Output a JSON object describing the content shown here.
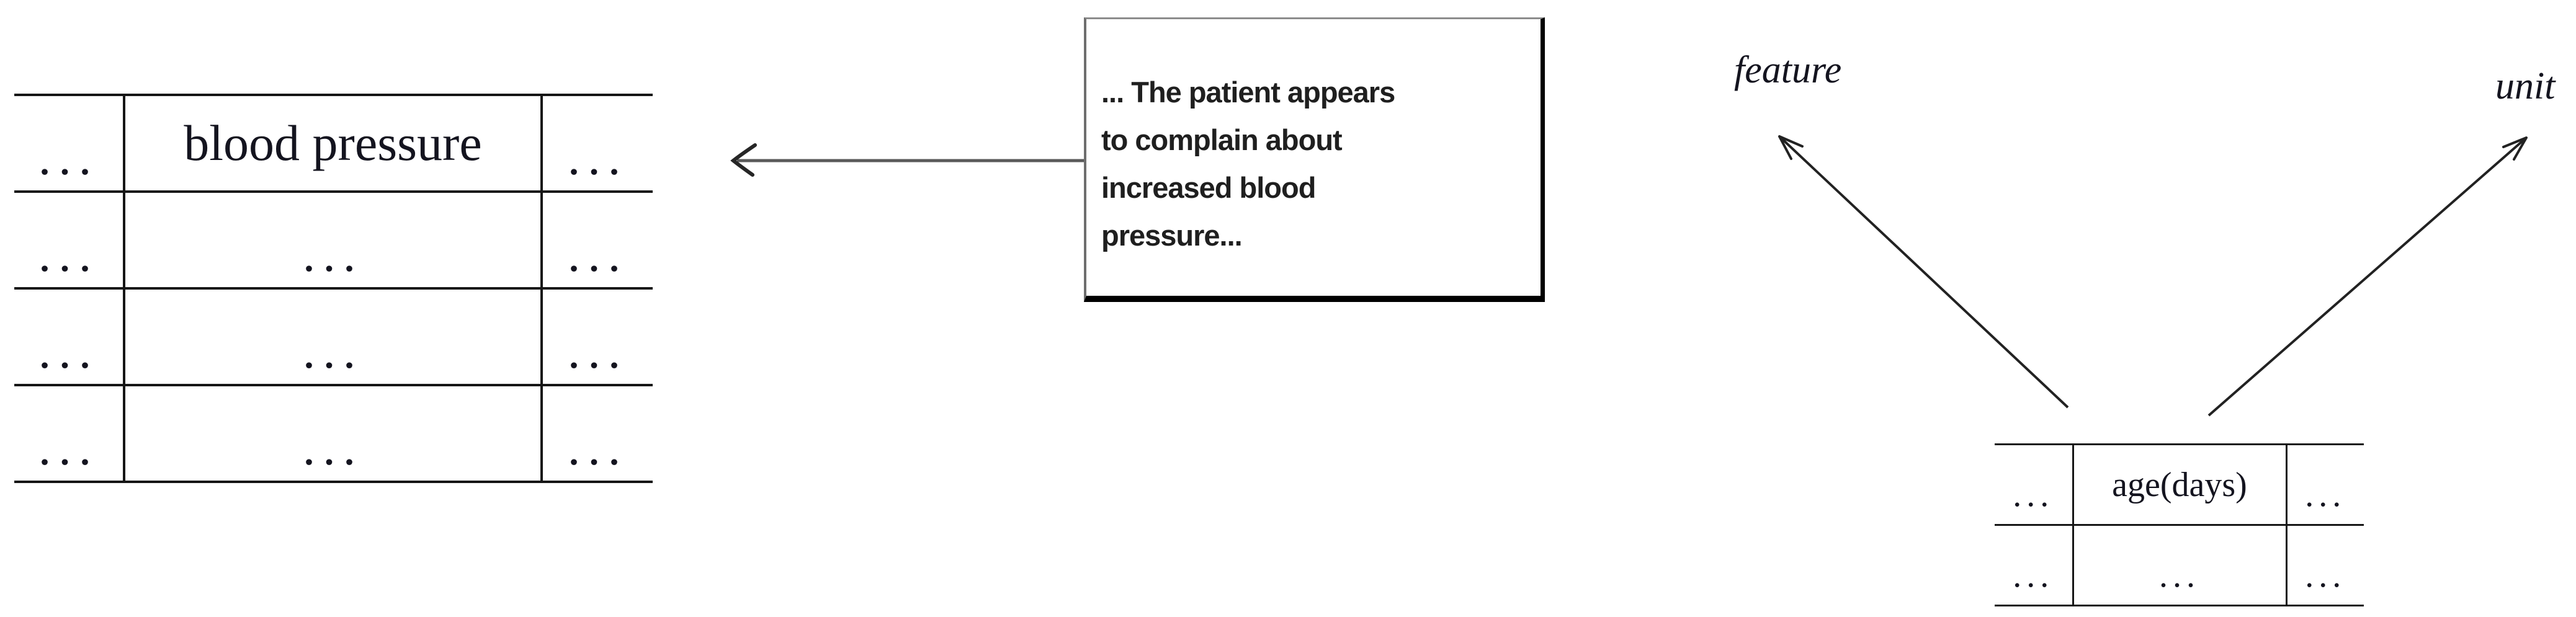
{
  "left_table": {
    "header": [
      "...",
      "blood pressure",
      "..."
    ],
    "rows": [
      [
        "...",
        "...",
        "..."
      ],
      [
        "...",
        "...",
        "..."
      ],
      [
        "...",
        "...",
        "..."
      ]
    ]
  },
  "note_box": {
    "lines": [
      "... The patient appears",
      "to complain about",
      "increased blood",
      "pressure..."
    ]
  },
  "labels": {
    "feature": "feature",
    "unit": "unit"
  },
  "right_table": {
    "header": [
      "...",
      "age(days)",
      "..."
    ],
    "rows": [
      [
        "...",
        "...",
        "..."
      ]
    ]
  },
  "colors": {
    "background": "#ffffff",
    "table_line": "#161616",
    "text": "#14141f",
    "note_text": "#1f1f1f",
    "note_border_light": "#8c8c8c",
    "note_border_shadow": "#000000",
    "callout_arrow_line": "#5a5a5a",
    "arrow_stroke": "#222222"
  }
}
